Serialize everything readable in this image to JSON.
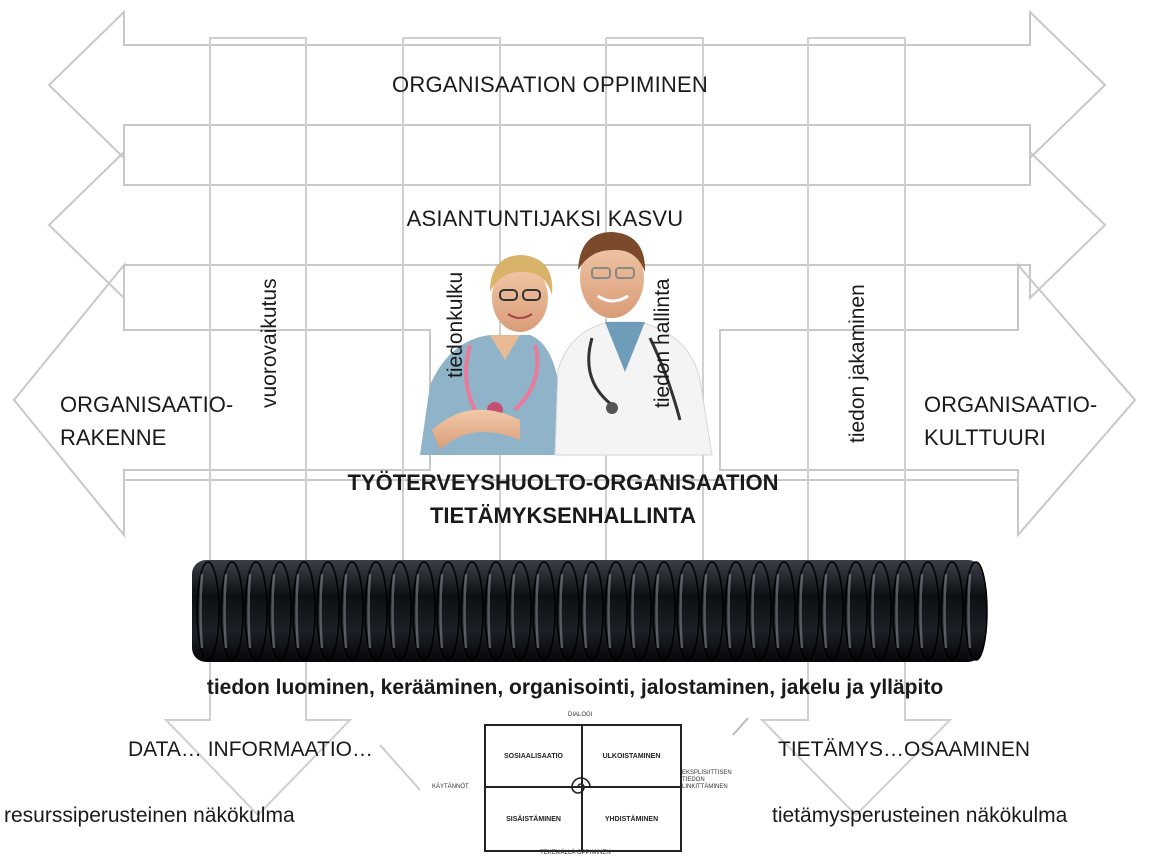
{
  "top_arrow": "ORGANISAATION OPPIMINEN",
  "middle_arrow": "ASIANTUNTIJAKSI KASVU",
  "left": [
    "ORGANISAATIO-",
    "RAKENNE"
  ],
  "right": [
    "ORGANISAATIO-",
    "KULTTUURI"
  ],
  "vertical": {
    "vuorovaikutus": "vuorovaikutus",
    "tiedonkulku": "tiedonkulku",
    "tiedon_hallinta": "tiedon hallinta",
    "tiedon_jakaminen": "tiedon jakaminen"
  },
  "center_title": [
    "TYÖTERVEYSHUOLTO-ORGANISAATION",
    "TIETÄMYKSENHALLINTA"
  ],
  "process": "tiedon luominen, kerääminen, organisointi, jalostaminen, jakelu ja ylläpito",
  "data_info": "DATA… INFORMAATIO…",
  "knowledge": "TIETÄMYS…OSAAMINEN",
  "resource_view": "resurssiperusteinen näkökulma",
  "knowledge_view": "tietämysperusteinen näkökulma",
  "seci": {
    "top_label": "DIALOGI",
    "bottom_label": "TEKEMÄLLÄ OPPIMINEN",
    "left_label": "KÄYTÄNNÖT",
    "right_label": "EKSPLISIITTISEN TIEDON LINKITTÄMINEN",
    "quadrants": [
      "SOSIAALISAATIO",
      "ULKOISTAMINEN",
      "SISÄISTÄMINEN",
      "YHDISTÄMINEN"
    ]
  }
}
